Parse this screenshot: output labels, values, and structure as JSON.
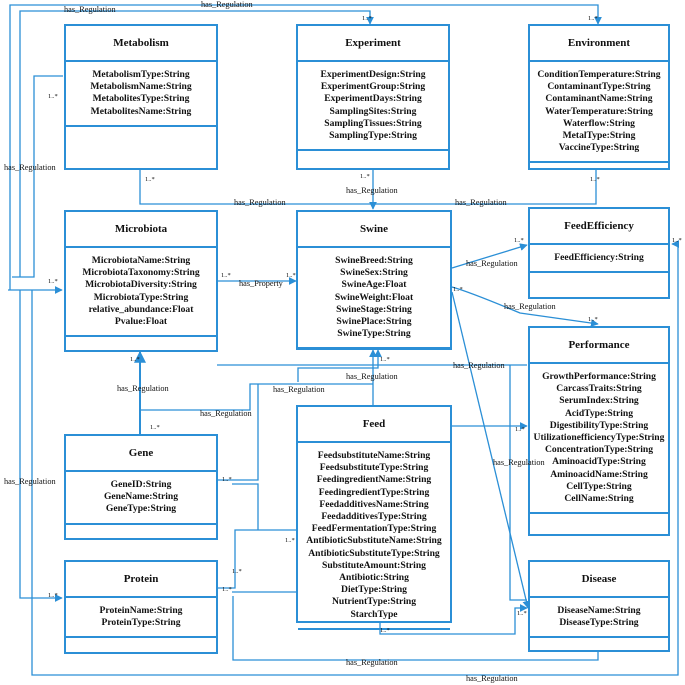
{
  "colors": {
    "line": "#2b8fd6",
    "text": "#111111",
    "background": "#ffffff"
  },
  "classes": {
    "metabolism": {
      "name": "Metabolism",
      "attrs": [
        "MetabolismType:String",
        "MetabolismName:String",
        "MetabolitesType:String",
        "MetabolitesName:String"
      ]
    },
    "experiment": {
      "name": "Experiment",
      "attrs": [
        "ExperimentDesign:String",
        "ExperimentGroup:String",
        "ExperimentDays:String",
        "SamplingSites:String",
        "SamplingTissues:String",
        "SamplingType:String"
      ]
    },
    "environment": {
      "name": "Environment",
      "attrs": [
        "ConditionTemperature:String",
        "ContaminantType:String",
        "ContaminantName:String",
        "WaterTemperature:String",
        "Waterflow:String",
        "MetalType:String",
        "VaccineType:String"
      ]
    },
    "microbiota": {
      "name": "Microbiota",
      "attrs": [
        "MicrobiotaName:String",
        "MicrobiotaTaxonomy:String",
        "MicrobiotaDiversity:String",
        "MicrobiotaType:String",
        "relative_abundance:Float",
        "Pvalue:Float"
      ]
    },
    "swine": {
      "name": "Swine",
      "attrs": [
        "SwineBreed:String",
        "SwineSex:String",
        "SwineAge:Float",
        "SwineWeight:Float",
        "SwineStage:String",
        "SwinePlace:String",
        "SwineType:String"
      ]
    },
    "feedefficiency": {
      "name": "FeedEfficiency",
      "attrs": [
        "FeedEfficiency:String"
      ]
    },
    "performance": {
      "name": "Performance",
      "attrs": [
        "GrowthPerformance:String",
        "CarcassTraits:String",
        "SerumIndex:String",
        "AcidType:String",
        "DigestibilityType:String",
        "UtilizationefficiencyType:String",
        "ConcentrationType:String",
        "AminoacidType:String",
        "AminoacidName:String",
        "CellType:String",
        "CellName:String"
      ]
    },
    "gene": {
      "name": "Gene",
      "attrs": [
        "GeneID:String",
        "GeneName:String",
        "GeneType:String"
      ]
    },
    "feed": {
      "name": "Feed",
      "attrs": [
        "FeedsubstituteName:String",
        "FeedsubstituteType:String",
        "FeedingredientName:String",
        "FeedingredientType:String",
        "FeedadditivesName:String",
        "FeedadditivesType:String",
        "FeedFermentationType:String",
        "AntibioticSubstituteName:String",
        "AntibioticSubstituteType:String",
        "SubstituteAmount:String",
        "Antibiotic:String",
        "DietType:String",
        "NutrientType:String",
        "StarchType"
      ]
    },
    "protein": {
      "name": "Protein",
      "attrs": [
        "ProteinName:String",
        "ProteinType:String"
      ]
    },
    "disease": {
      "name": "Disease",
      "attrs": [
        "DiseaseName:String",
        "DiseaseType:String"
      ]
    }
  },
  "relation_labels": {
    "has_regulation": "has_Regulation",
    "has_property": "has_Property",
    "overlap_fragment": "has_Regulation"
  },
  "multiplicity": {
    "one_many": "1..*"
  }
}
